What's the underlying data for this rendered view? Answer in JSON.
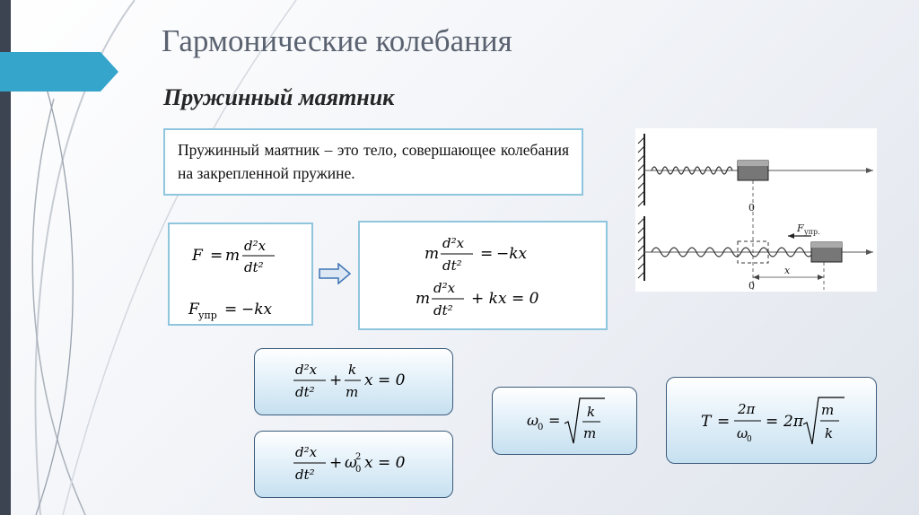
{
  "slide": {
    "title": "Гармонические колебания",
    "subtitle": "Пружинный маятник",
    "definition": "Пружинный маятник – это тело, совершающее колебания на закрепленной пружине."
  },
  "figure": {
    "zero_label_top": "0",
    "zero_label_bottom": "0",
    "x_label": "x",
    "force_label": "F",
    "force_subscript": "упр."
  },
  "formulas": {
    "force_F": "F",
    "force_m": "m",
    "d2x": "d²x",
    "dt2": "dt²",
    "F_upr_subscript": "упр",
    "minus_kx": "−kx",
    "plus_kx_zero": "+ kx = 0",
    "k": "k",
    "m": "m",
    "x_eq_zero": "x = 0",
    "omega": "ω",
    "omega_sub": "0",
    "omega_sq": "2",
    "T": "T",
    "two_pi": "2π",
    "two_pi_sqrt": "2π",
    "eq": "=",
    "plus": "+"
  },
  "colors": {
    "accent_tab": "#36a5cc",
    "box_border": "#8fc6de",
    "dark_bar": "#3c4452"
  }
}
